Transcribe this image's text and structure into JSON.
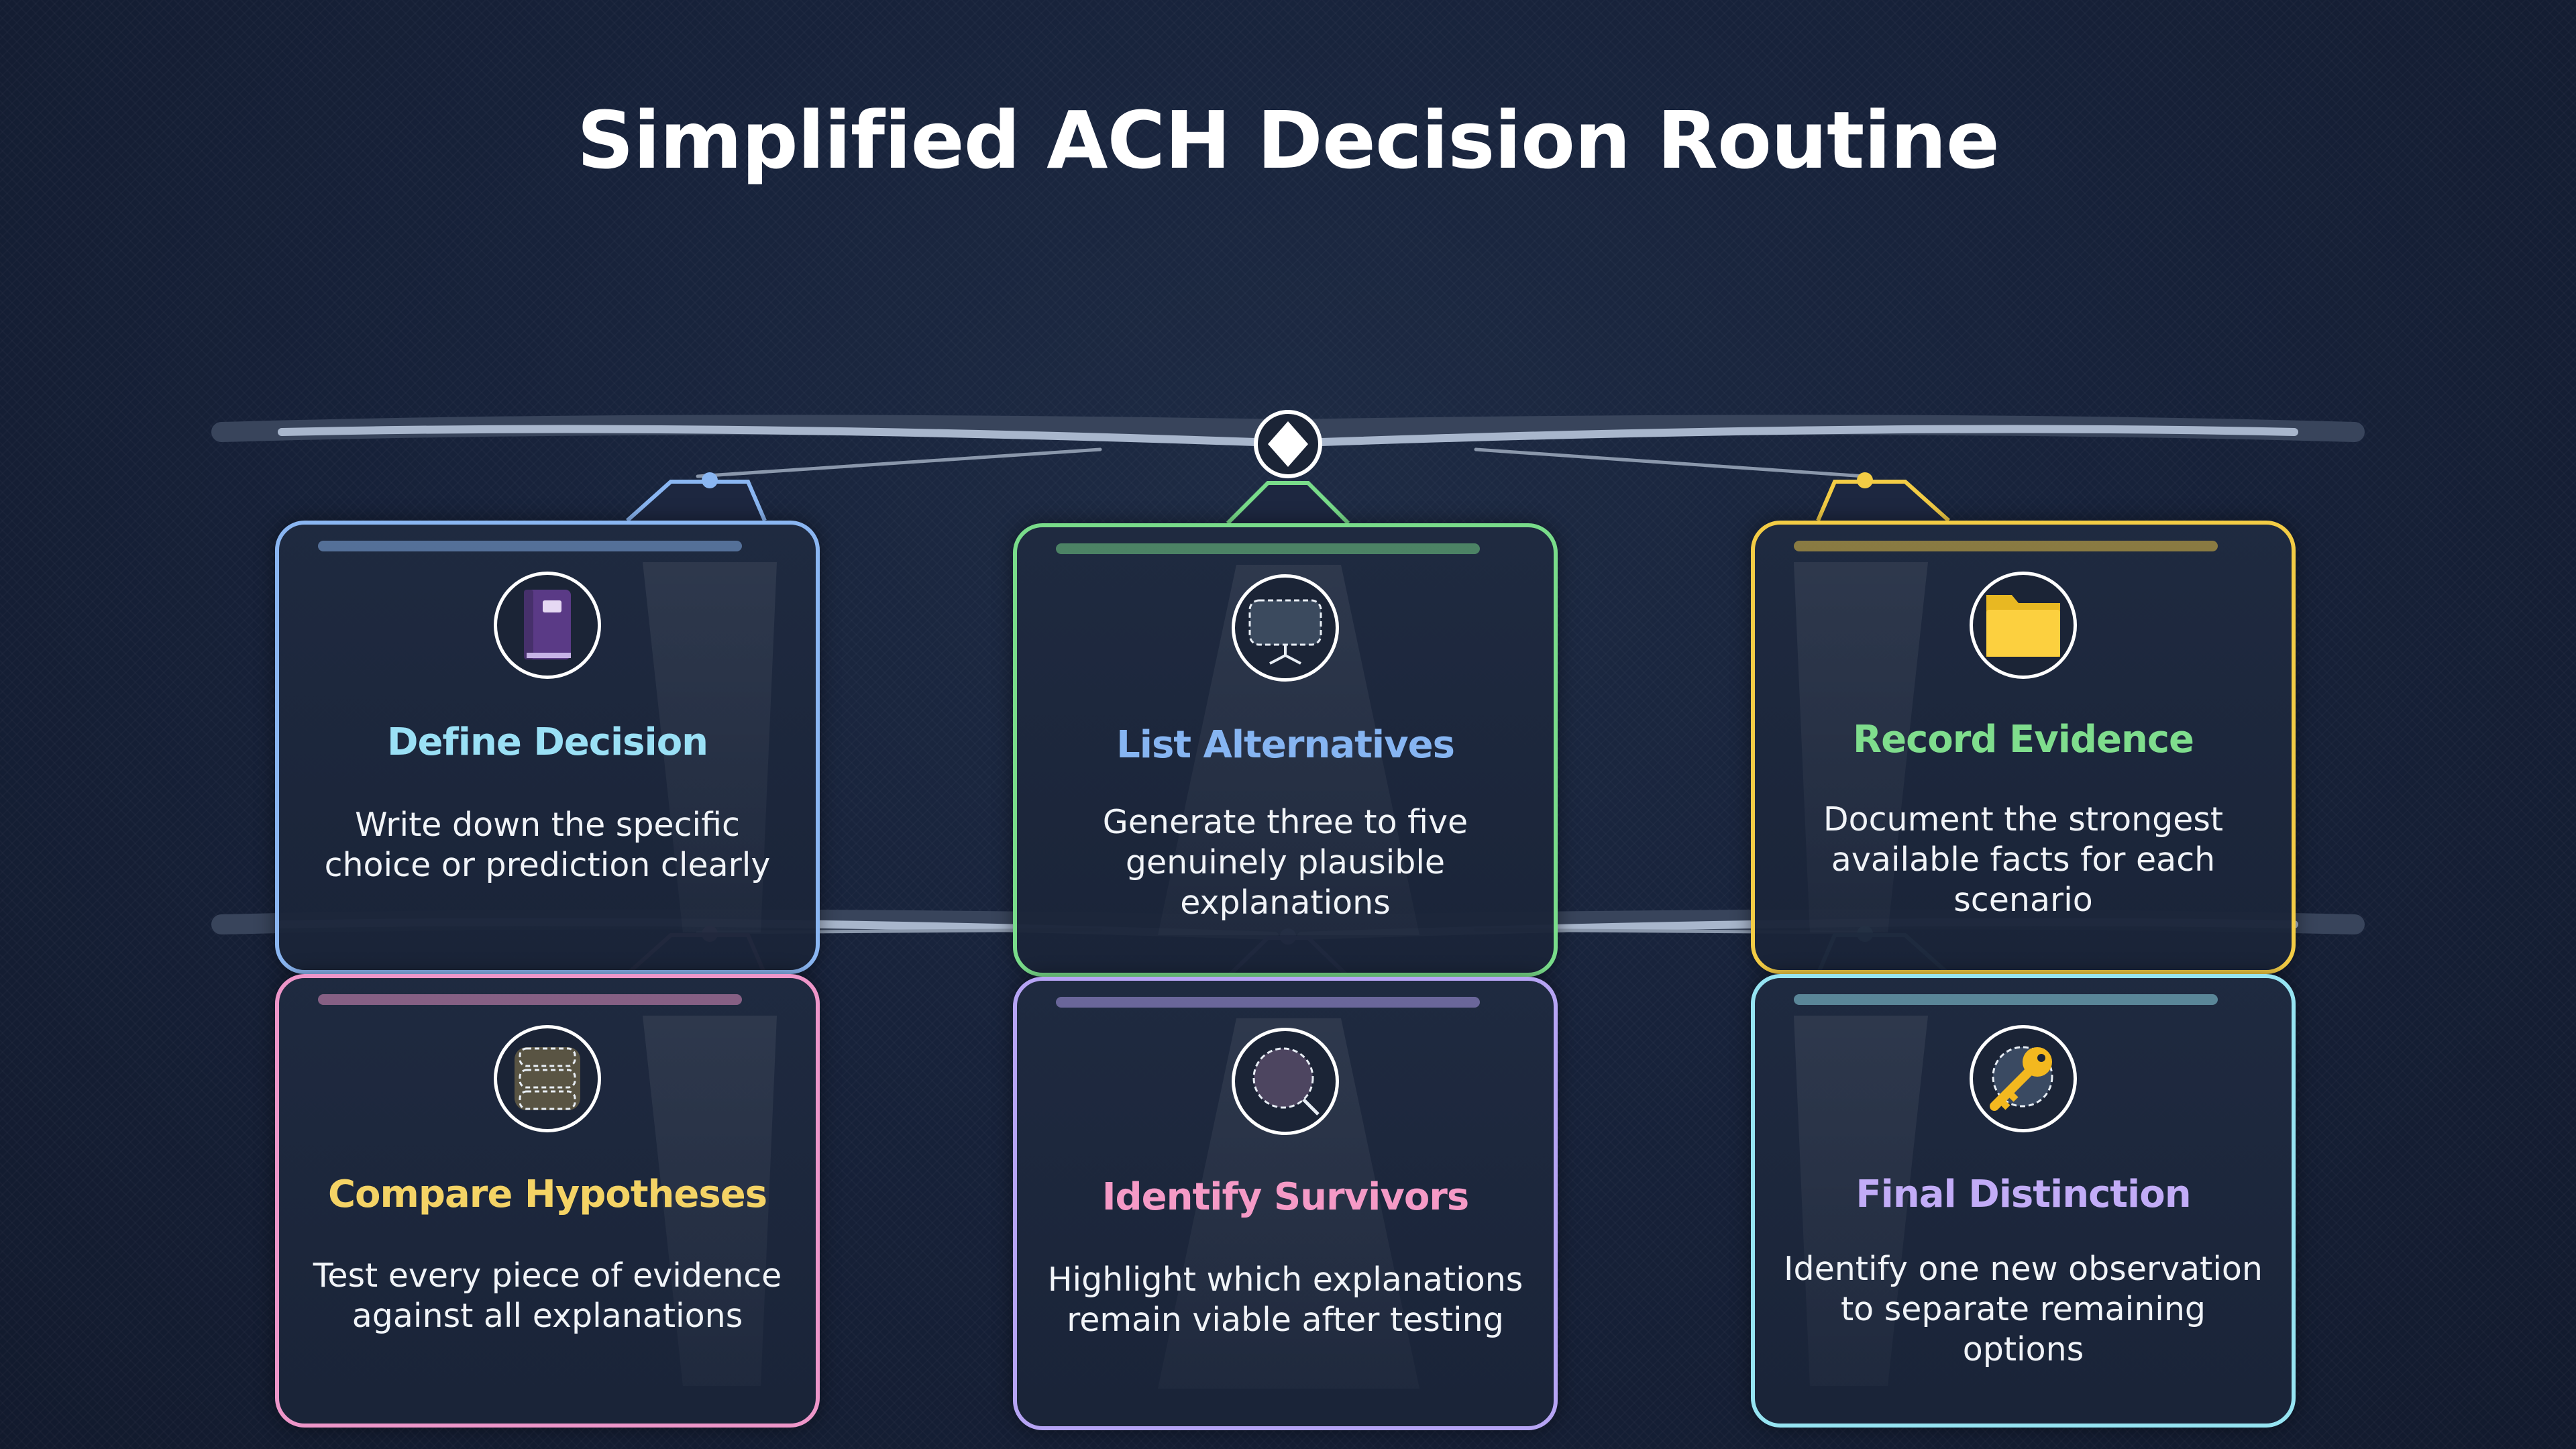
{
  "title": "Simplified ACH Decision Routine",
  "cards": [
    {
      "title": "Define Decision",
      "description": "Write down the specific choice or prediction clearly",
      "icon": "book-icon",
      "border_color": "#8ab6f2",
      "title_color": "#9ae0f5"
    },
    {
      "title": "List Alternatives",
      "description": "Generate three to five genuinely plausible explanations",
      "icon": "frame-icon",
      "border_color": "#79dc8a",
      "title_color": "#86b5f2"
    },
    {
      "title": "Record Evidence",
      "description": "Document the strongest available facts for each scenario",
      "icon": "folder-icon",
      "border_color": "#f3cc45",
      "title_color": "#7fdd8d"
    },
    {
      "title": "Compare Hypotheses",
      "description": "Test every piece of evidence against all explanations",
      "icon": "stack-icon",
      "border_color": "#ee96c9",
      "title_color": "#f4d365"
    },
    {
      "title": "Identify Survivors",
      "description": "Highlight which explanations remain viable after testing",
      "icon": "magnifier-icon",
      "border_color": "#b6a4f4",
      "title_color": "#f59ac6"
    },
    {
      "title": "Final Distinction",
      "description": "Identify one new observation to separate remaining options",
      "icon": "key-icon",
      "border_color": "#96e4f2",
      "title_color": "#c2acf7"
    }
  ]
}
